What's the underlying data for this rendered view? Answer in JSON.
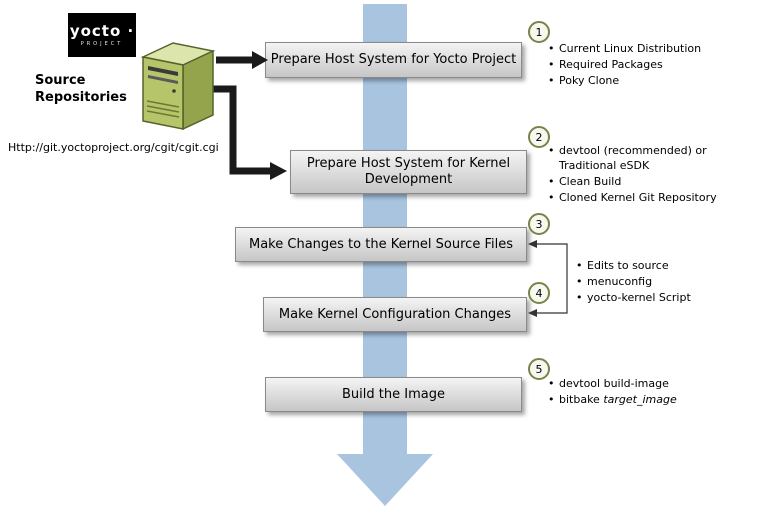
{
  "logo": {
    "name": "yocto ·",
    "project": "PROJECT"
  },
  "source": {
    "title": "Source Repositories",
    "url": "Http://git.yoctoproject.org/cgit/cgit.cgi"
  },
  "steps": [
    {
      "num": "1",
      "label": "Prepare Host System for Yocto Project"
    },
    {
      "num": "2",
      "label": "Prepare Host System for Kernel Development"
    },
    {
      "num": "3",
      "label": "Make Changes to the Kernel Source Files"
    },
    {
      "num": "4",
      "label": "Make Kernel Configuration Changes"
    },
    {
      "num": "5",
      "label": "Build the Image"
    }
  ],
  "bullets": {
    "step1": [
      "Current Linux Distribution",
      "Required Packages",
      "Poky Clone"
    ],
    "step2": [
      "devtool (recommended) or Traditional eSDK",
      "Clean Build",
      "Cloned Kernel Git Repository"
    ],
    "step34": [
      "Edits to source",
      "menuconfig",
      "yocto-kernel Script"
    ],
    "step5_item1": "devtool build-image",
    "step5_item2_prefix": "bitbake ",
    "step5_item2_italic": "target_image"
  },
  "colors": {
    "flow_arrow": "#a8c4df",
    "circle_ring": "#76854a",
    "server_green": "#b6c46a",
    "logo_bg": "#000000",
    "box_border": "#8a8a8a"
  }
}
